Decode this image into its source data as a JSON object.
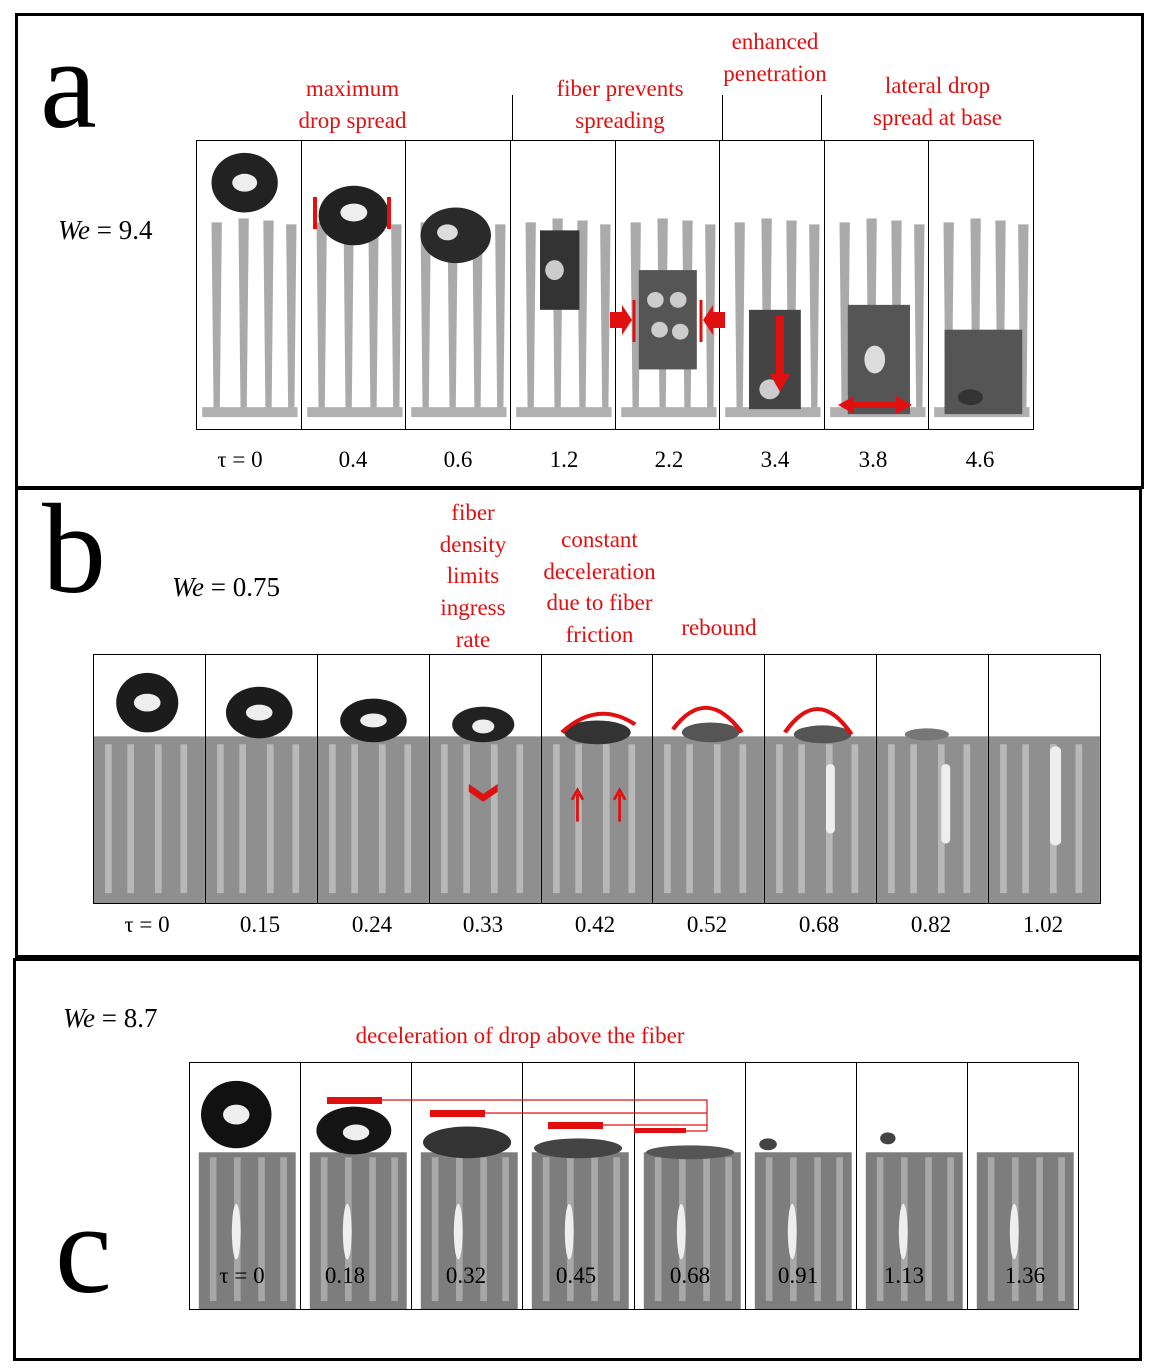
{
  "panels": [
    {
      "letter": "a",
      "we_symbol": "We",
      "we_value": "= 9.4",
      "taus": [
        "τ = 0",
        "0.4",
        "0.6",
        "1.2",
        "2.2",
        "3.4",
        "3.8",
        "4.6"
      ],
      "annotations": [
        "maximum\ndrop spread",
        "fiber prevents\nspreading",
        "enhanced\npenetration",
        "lateral drop\nspread at base"
      ]
    },
    {
      "letter": "b",
      "we_symbol": "We",
      "we_value": "= 0.75",
      "taus": [
        "τ = 0",
        "0.15",
        "0.24",
        "0.33",
        "0.42",
        "0.52",
        "0.68",
        "0.82",
        "1.02"
      ],
      "annotations": [
        "fiber\ndensity\nlimits\ningress\nrate",
        "constant\ndeceleration\ndue to fiber\nfriction",
        "rebound"
      ]
    },
    {
      "letter": "c",
      "we_symbol": "We",
      "we_value": "= 8.7",
      "taus": [
        "τ = 0",
        "0.18",
        "0.32",
        "0.45",
        "0.68",
        "0.91",
        "1.13",
        "1.36"
      ],
      "annotations": [
        "deceleration of drop above the fiber"
      ]
    }
  ],
  "colors": {
    "annotation": "#e01010",
    "frame_border": "#000000"
  }
}
